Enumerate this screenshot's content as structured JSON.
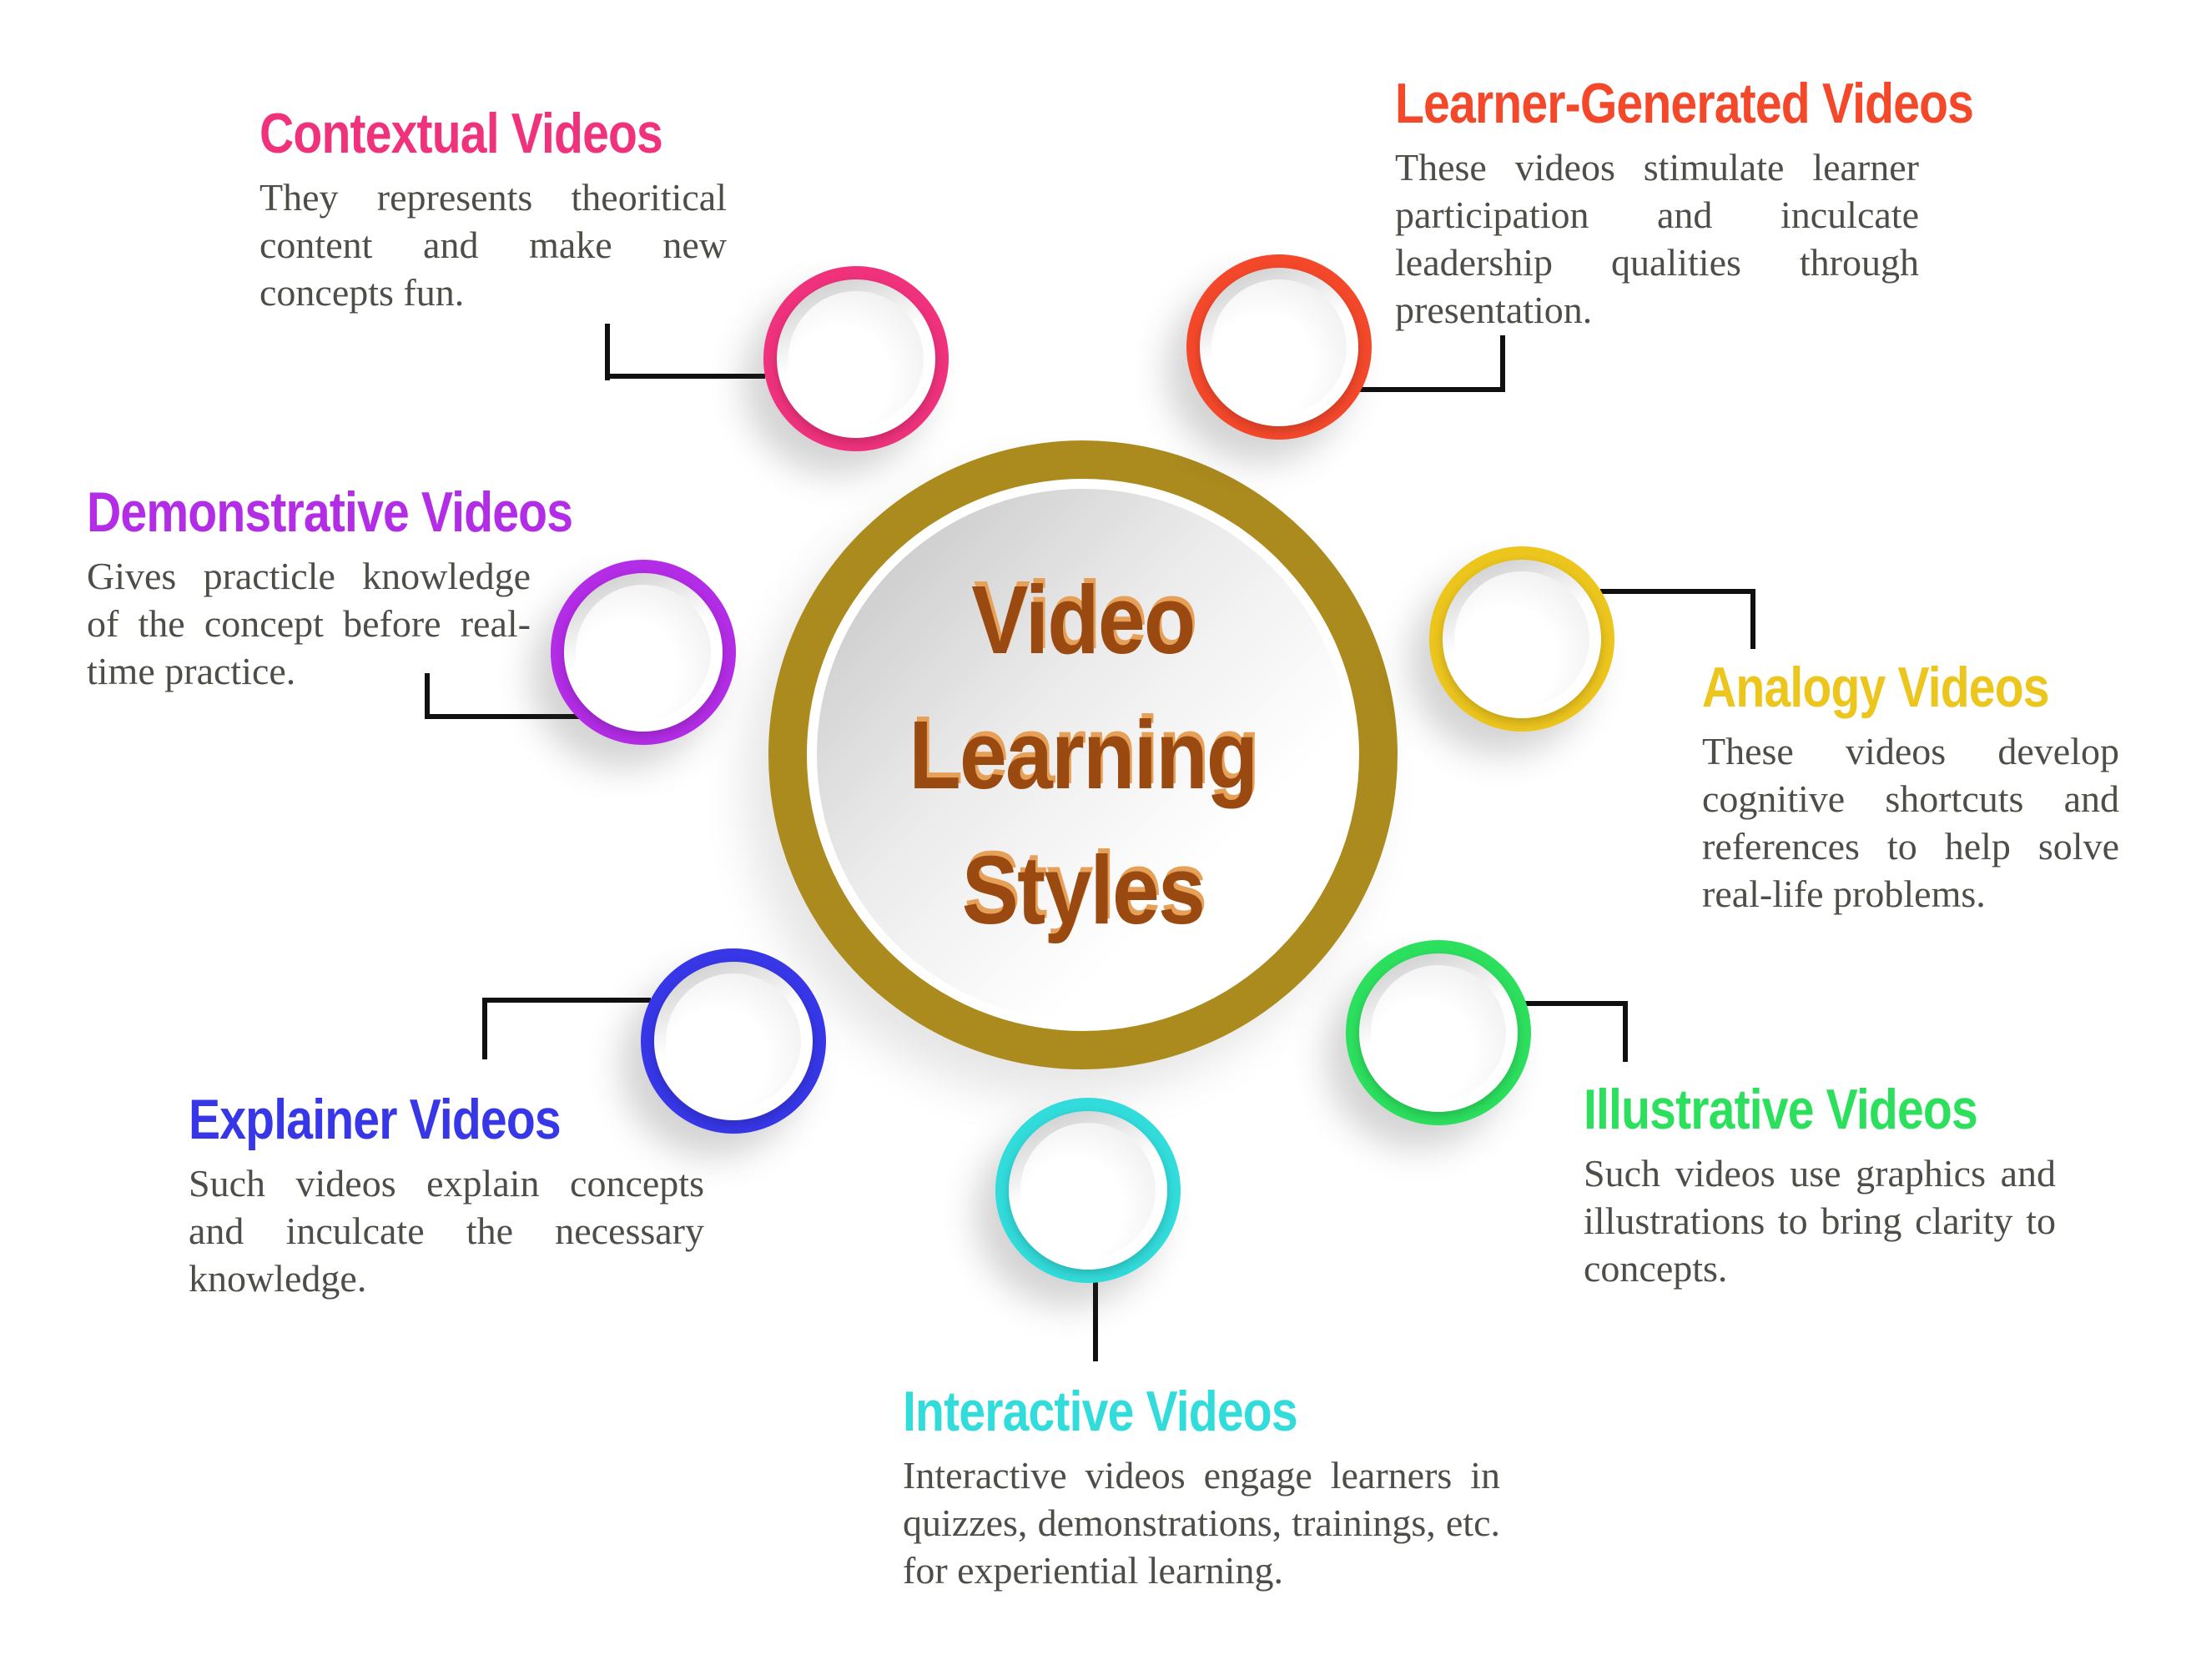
{
  "center": {
    "lines": [
      "Video",
      "Learning",
      "Styles"
    ],
    "ring_color": "#ab8a1e",
    "text_color": "#9a4a10",
    "text_shadow_color": "#e6a058"
  },
  "items": [
    {
      "name": "contextual",
      "title": "Contextual Videos",
      "description": "They represents theoritical content and make new concepts fun.",
      "color": "#f0327d"
    },
    {
      "name": "learner-generated",
      "title": "Learner-Generated Videos",
      "description": "These videos stimulate learner participation and inculcate leadership qualities through presentation.",
      "color": "#f4482b"
    },
    {
      "name": "demonstrative",
      "title": "Demonstrative Videos",
      "description": "Gives practicle knowledge of the concept before real-time practice.",
      "color": "#b32ce6"
    },
    {
      "name": "analogy",
      "title": "Analogy Videos",
      "description": "These videos develop cognitive shortcuts and references to help solve real-life problems.",
      "color": "#ecc51d"
    },
    {
      "name": "explainer",
      "title": "Explainer Videos",
      "description": "Such videos explain concepts and inculcate the necessary knowledge.",
      "color": "#3737e8"
    },
    {
      "name": "illustrative",
      "title": "Illustrative Videos",
      "description": "Such videos use graphics and illustrations to bring clarity to concepts.",
      "color": "#2ce05e"
    },
    {
      "name": "interactive",
      "title": "Interactive Videos",
      "description": "Interactive videos engage learners in quizzes, demonstrations, trainings, etc. for experiential learning.",
      "color": "#32dcdb"
    }
  ]
}
